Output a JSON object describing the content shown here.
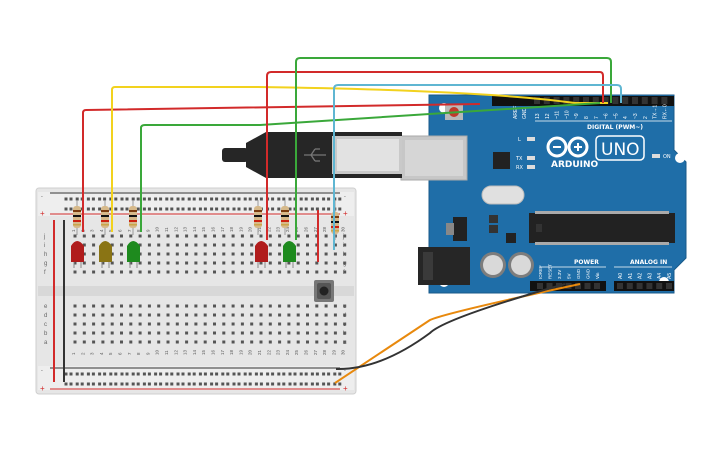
{
  "arduino": {
    "brand": "ARDUINO",
    "model": "UNO",
    "on_label": "ON",
    "digital_header": "DIGITAL (PWM~)",
    "power_header": "POWER",
    "analog_header": "ANALOG IN",
    "tx_label": "TX",
    "rx_label": "RX",
    "l_label": "L",
    "aref": "AREF",
    "gnd": "GND",
    "digital_pins": [
      "13",
      "12",
      "~11",
      "~10",
      "~9",
      "8",
      "7",
      "~6",
      "~5",
      "4",
      "~3",
      "2",
      "TX→1",
      "RX←0"
    ],
    "power_pins": [
      "IOREF",
      "RESET",
      "3.3V",
      "5V",
      "GND",
      "GND",
      "Vin"
    ],
    "analog_pins": [
      "A0",
      "A1",
      "A2",
      "A3",
      "A4",
      "A5"
    ],
    "board_color": "#1f6ea8"
  },
  "breadboard": {
    "row_letters_top": [
      "j",
      "i",
      "h",
      "g",
      "f"
    ],
    "row_letters_bottom": [
      "e",
      "d",
      "c",
      "b",
      "a"
    ],
    "column_numbers": [
      "1",
      "2",
      "3",
      "4",
      "5",
      "6",
      "7",
      "8",
      "9",
      "10",
      "11",
      "12",
      "13",
      "14",
      "15",
      "16",
      "17",
      "18",
      "19",
      "20",
      "21",
      "22",
      "23",
      "24",
      "25",
      "26",
      "27",
      "28",
      "29",
      "30"
    ],
    "rail_plus": "+",
    "rail_minus": "-"
  },
  "components": {
    "leds": [
      {
        "name": "led-red-1",
        "color": "#b01c1c"
      },
      {
        "name": "led-yellow",
        "color": "#8a7414"
      },
      {
        "name": "led-green-1",
        "color": "#1e8a1e"
      },
      {
        "name": "led-red-2",
        "color": "#b01c1c"
      },
      {
        "name": "led-green-2",
        "color": "#1e8a1e"
      }
    ],
    "wire_colors": {
      "red": "#d22a2a",
      "yellow": "#f2d21e",
      "green": "#3aa83a",
      "cyan": "#5fb6d2",
      "orange": "#e8890d",
      "black": "#333333"
    }
  }
}
